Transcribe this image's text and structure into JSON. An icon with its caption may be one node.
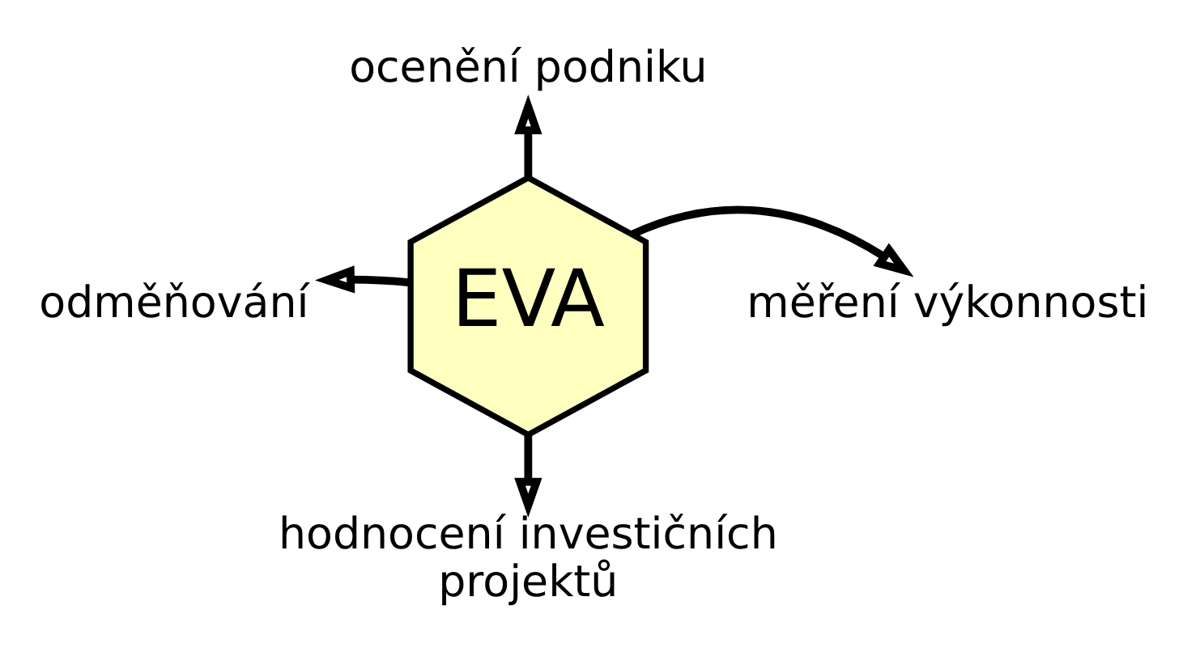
{
  "diagram": {
    "nodes": [
      {
        "text": [
          "EVA"
        ]
      },
      {
        "text": [
          "ocenění podniku"
        ]
      },
      {
        "text": [
          "odměňování"
        ]
      },
      {
        "text": [
          "měření výkonnosti"
        ]
      },
      {
        "text": [
          "hodnocení investičních projektů"
        ]
      }
    ],
    "edges": [
      {
        "from": 0,
        "to": 1,
        "arrow": "to"
      },
      {
        "from": 0,
        "to": 2,
        "arrow": "to"
      },
      {
        "from": 0,
        "to": 3,
        "arrow": "to"
      },
      {
        "from": 0,
        "to": 4,
        "arrow": "to"
      }
    ]
  }
}
